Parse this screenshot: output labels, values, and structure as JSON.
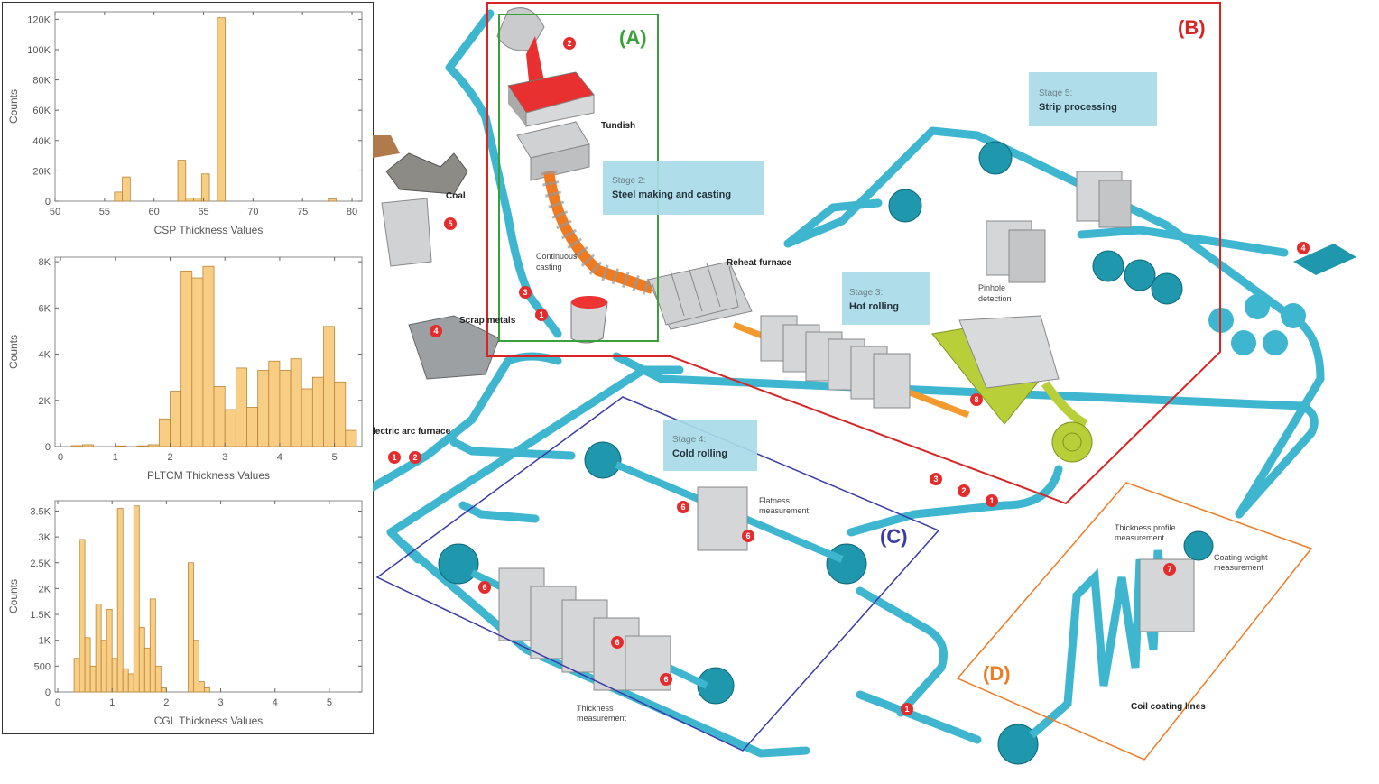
{
  "chart_data": [
    {
      "type": "bar",
      "xlabel": "CSP Thickness Values",
      "ylabel": "Counts",
      "xlim": [
        50,
        81
      ],
      "ylim": [
        0,
        125000
      ],
      "xticks": [
        50,
        55,
        60,
        65,
        70,
        75,
        80
      ],
      "yticks": [
        0,
        20000,
        40000,
        60000,
        80000,
        100000,
        120000
      ],
      "ytick_labels": [
        "0",
        "20K",
        "40K",
        "60K",
        "80K",
        "100K",
        "120K"
      ],
      "bin_width": 0.8,
      "bins": [
        {
          "x": 56.0,
          "y": 6000
        },
        {
          "x": 56.8,
          "y": 16000
        },
        {
          "x": 62.4,
          "y": 27000
        },
        {
          "x": 63.2,
          "y": 2000
        },
        {
          "x": 64.0,
          "y": 2000
        },
        {
          "x": 64.8,
          "y": 18000
        },
        {
          "x": 66.4,
          "y": 121000
        },
        {
          "x": 77.6,
          "y": 1500
        }
      ]
    },
    {
      "type": "bar",
      "xlabel": "PLTCM Thickness Values",
      "ylabel": "Counts",
      "xlim": [
        -0.1,
        5.5
      ],
      "ylim": [
        0,
        8200
      ],
      "xticks": [
        0,
        1,
        2,
        3,
        4,
        5
      ],
      "yticks": [
        0,
        2000,
        4000,
        6000,
        8000
      ],
      "ytick_labels": [
        "0",
        "2K",
        "4K",
        "6K",
        "8K"
      ],
      "bin_width": 0.2,
      "bins": [
        {
          "x": 0.2,
          "y": 40
        },
        {
          "x": 0.4,
          "y": 80
        },
        {
          "x": 1.0,
          "y": 30
        },
        {
          "x": 1.4,
          "y": 30
        },
        {
          "x": 1.6,
          "y": 80
        },
        {
          "x": 1.8,
          "y": 1200
        },
        {
          "x": 2.0,
          "y": 2400
        },
        {
          "x": 2.2,
          "y": 7600
        },
        {
          "x": 2.4,
          "y": 7300
        },
        {
          "x": 2.6,
          "y": 7800
        },
        {
          "x": 2.8,
          "y": 2600
        },
        {
          "x": 3.0,
          "y": 1600
        },
        {
          "x": 3.2,
          "y": 3400
        },
        {
          "x": 3.4,
          "y": 1700
        },
        {
          "x": 3.6,
          "y": 3300
        },
        {
          "x": 3.8,
          "y": 3700
        },
        {
          "x": 4.0,
          "y": 3300
        },
        {
          "x": 4.2,
          "y": 3800
        },
        {
          "x": 4.4,
          "y": 2500
        },
        {
          "x": 4.6,
          "y": 3000
        },
        {
          "x": 4.8,
          "y": 5200
        },
        {
          "x": 5.0,
          "y": 2800
        },
        {
          "x": 5.2,
          "y": 700
        }
      ]
    },
    {
      "type": "bar",
      "xlabel": "CGL Thickness Values",
      "ylabel": "Counts",
      "xlim": [
        -0.05,
        5.6
      ],
      "ylim": [
        0,
        3700
      ],
      "xticks": [
        0,
        1,
        2,
        3,
        4,
        5
      ],
      "yticks": [
        0,
        500,
        1000,
        1500,
        2000,
        2500,
        3000,
        3500
      ],
      "ytick_labels": [
        "0",
        "500",
        "1K",
        "1.5K",
        "2K",
        "2.5K",
        "3K",
        "3.5K"
      ],
      "bin_width": 0.1,
      "bins": [
        {
          "x": 0.3,
          "y": 650
        },
        {
          "x": 0.4,
          "y": 2950
        },
        {
          "x": 0.5,
          "y": 1050
        },
        {
          "x": 0.6,
          "y": 500
        },
        {
          "x": 0.7,
          "y": 1700
        },
        {
          "x": 0.8,
          "y": 1000
        },
        {
          "x": 0.9,
          "y": 1600
        },
        {
          "x": 1.0,
          "y": 650
        },
        {
          "x": 1.1,
          "y": 3550
        },
        {
          "x": 1.2,
          "y": 450
        },
        {
          "x": 1.3,
          "y": 350
        },
        {
          "x": 1.4,
          "y": 3600
        },
        {
          "x": 1.5,
          "y": 1250
        },
        {
          "x": 1.6,
          "y": 850
        },
        {
          "x": 1.7,
          "y": 1800
        },
        {
          "x": 1.8,
          "y": 500
        },
        {
          "x": 1.9,
          "y": 80
        },
        {
          "x": 2.4,
          "y": 2500
        },
        {
          "x": 2.5,
          "y": 1000
        },
        {
          "x": 2.6,
          "y": 200
        },
        {
          "x": 2.7,
          "y": 80
        }
      ]
    }
  ],
  "colors": {
    "bar_fill": "#f8cd84",
    "bar_stroke": "#b8863a",
    "flow_line": "#3fb6cf",
    "tag_A": "#3aa13a",
    "tag_B": "#d92424",
    "tag_C": "#3a3aa8",
    "tag_D": "#ef7c24",
    "marker": "#e42c2c",
    "stage_box": "#a8dbe8"
  },
  "diagram": {
    "tags": {
      "a": "(A)",
      "b": "(B)",
      "c": "(C)",
      "d": "(D)"
    },
    "stages": [
      {
        "title": "Stage 2:",
        "name": "Steel making and casting"
      },
      {
        "title": "Stage 3:",
        "name": "Hot rolling"
      },
      {
        "title": "Stage 4:",
        "name": "Cold rolling"
      },
      {
        "title": "Stage 5:",
        "name": "Strip processing"
      }
    ],
    "labels": {
      "tundish": "Tundish",
      "continuous_casting_1": "Continuous",
      "continuous_casting_2": "casting",
      "reheat_furnace": "Reheat furnace",
      "coal": "Coal",
      "scrap_metals": "Scrap metals",
      "electric_arc_furnace": "lectric arc furnace",
      "pinhole_1": "Pinhole",
      "pinhole_2": "detection",
      "flatness_1": "Flatness",
      "flatness_2": "measurement",
      "thickness_1": "Thickness",
      "thickness_2": "measurement",
      "thickness_profile_1": "Thickness profile",
      "thickness_profile_2": "measurement",
      "coating_weight_1": "Coating weight",
      "coating_weight_2": "measurement",
      "coil_coating": "Coil coating lines"
    },
    "markers": [
      "1",
      "2",
      "3",
      "4",
      "5",
      "6",
      "7",
      "8"
    ]
  }
}
